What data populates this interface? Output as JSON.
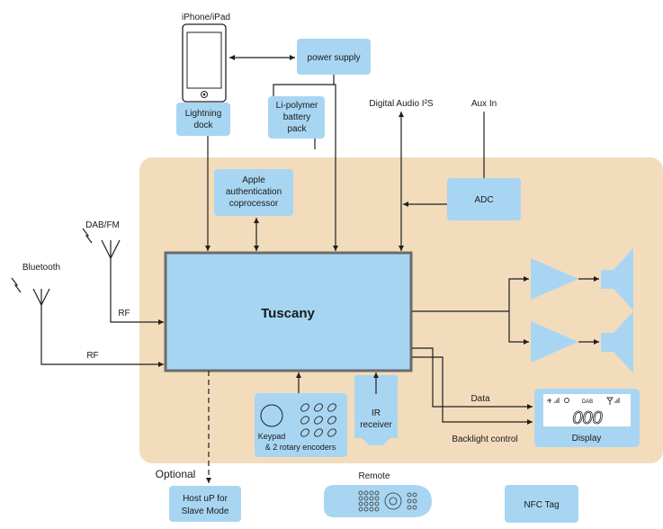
{
  "texts": {
    "iphone": "iPhone/iPad",
    "lightning1": "Lightning",
    "lightning2": "dock",
    "power_supply": "power supply",
    "battery1": "Li-polymer",
    "battery2": "battery",
    "battery3": "pack",
    "digital_audio": "Digital Audio I²S",
    "aux_in": "Aux In",
    "apple1": "Apple",
    "apple2": "authentication",
    "apple3": "coprocessor",
    "adc": "ADC",
    "dabfm": "DAB/FM",
    "bluetooth": "Bluetooth",
    "rf1": "RF",
    "rf2": "RF",
    "tuscany": "Tuscany",
    "data": "Data",
    "backlight": "Backlight control",
    "keypad1": "Keypad",
    "keypad2": "& 2 rotary encoders",
    "ir1": "IR",
    "ir2": "receiver",
    "display": "Display",
    "lcd_dab": "DAB",
    "lcd_digits": "000",
    "optional": "Optional",
    "host1": "Host uP for",
    "host2": "Slave Mode",
    "remote": "Remote",
    "nfc": "NFC Tag"
  },
  "colors": {
    "board": "#f2dcbc",
    "box": "#a8d6f2",
    "main": "#a6d5f2",
    "speaker": "#a8d6f2",
    "line": "#1f1f1f"
  }
}
